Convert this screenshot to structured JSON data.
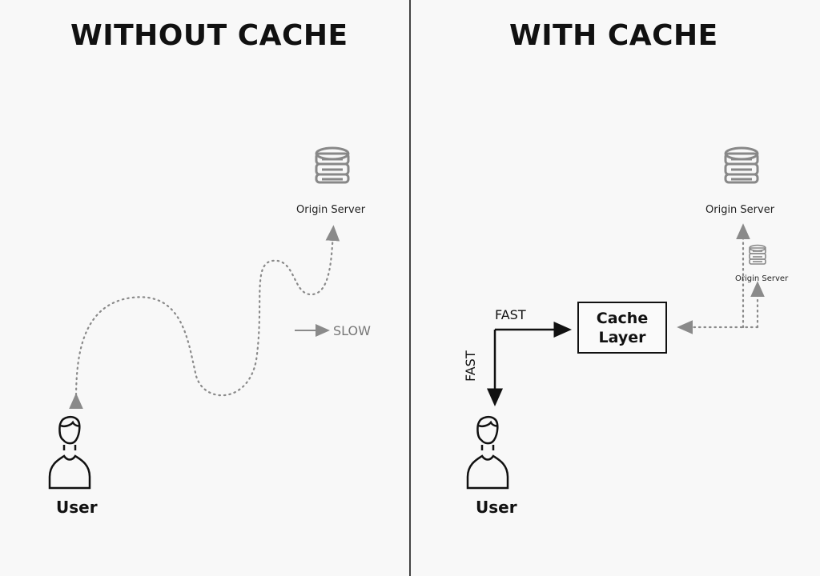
{
  "left_panel": {
    "title": "WITHOUT CACHE",
    "server_label": "Origin Server",
    "speed_label": "SLOW",
    "user_label": "User"
  },
  "right_panel": {
    "title": "WITH CACHE",
    "server_label": "Origin Server",
    "mini_server_label": "Origin Server",
    "cache_label": "Cache\nLayer",
    "fast_label_horizontal": "FAST",
    "fast_label_vertical": "FAST",
    "user_label": "User"
  },
  "icons": {
    "server": "server-stack-icon",
    "user": "user-avatar-icon"
  },
  "colors": {
    "ink": "#111111",
    "dotted_path": "#8a8a8a",
    "background": "#f8f8f8"
  }
}
